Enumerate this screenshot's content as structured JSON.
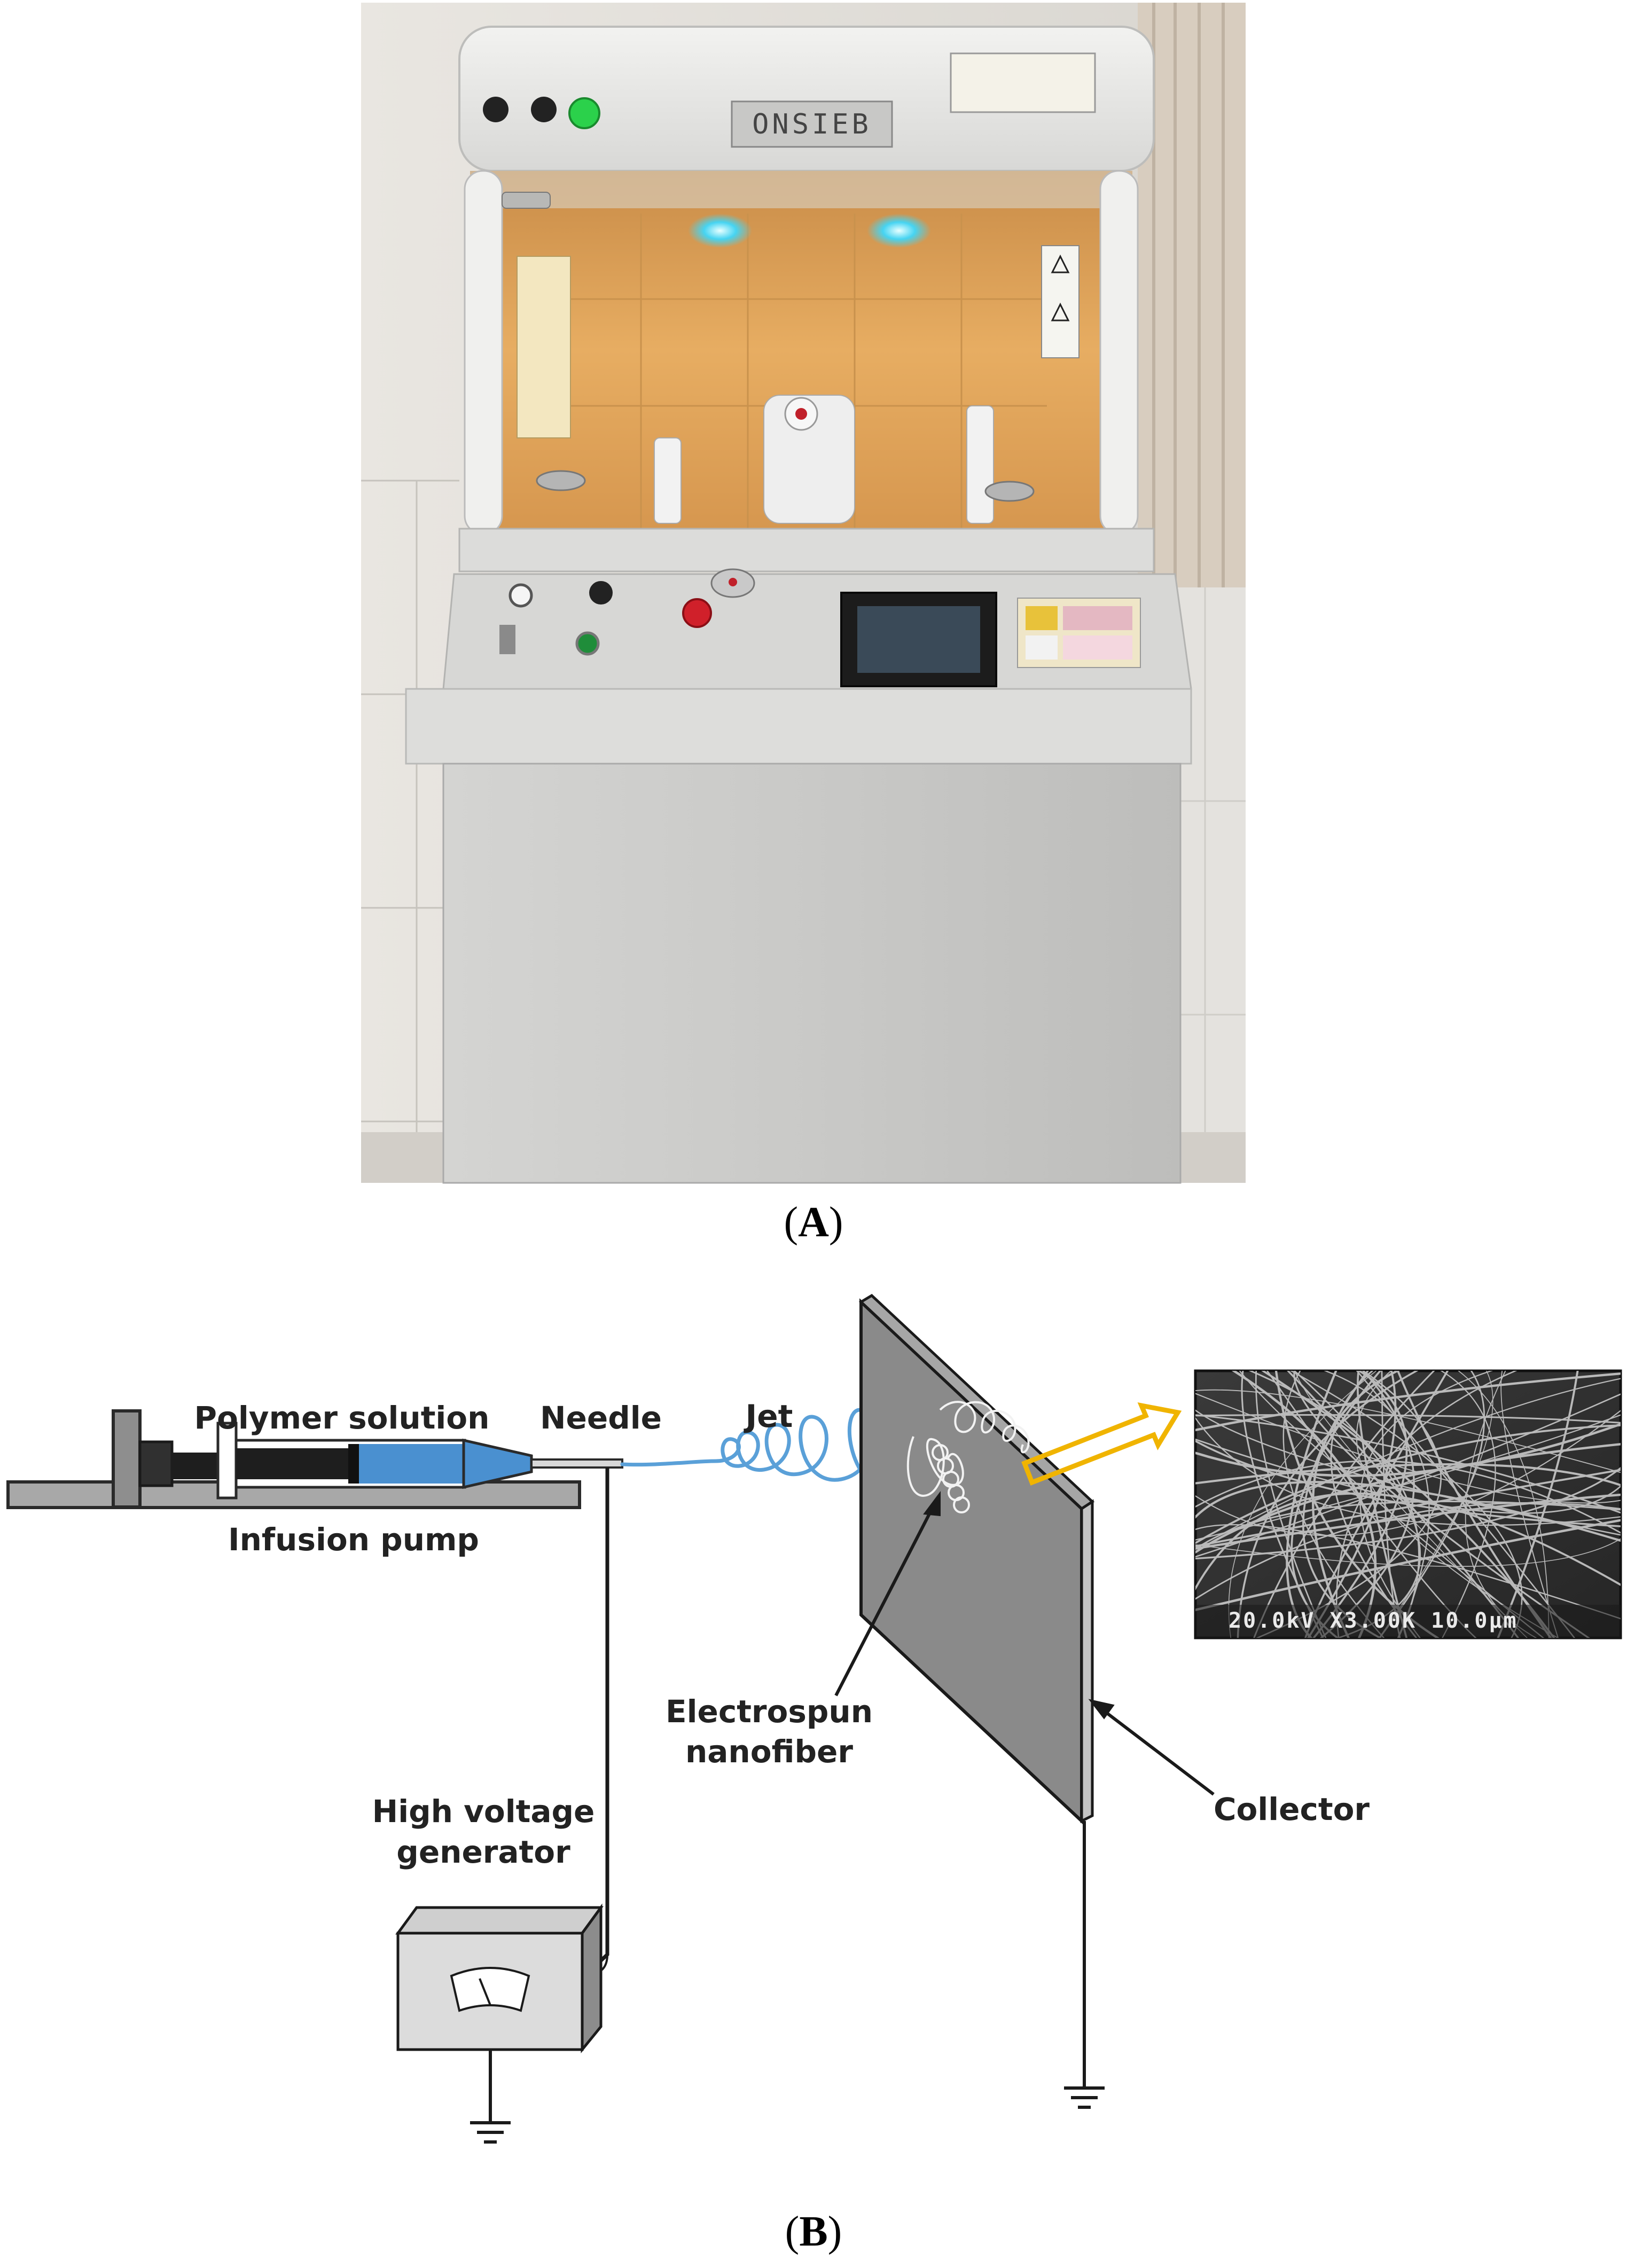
{
  "panels": {
    "a": {
      "label": "A"
    },
    "b": {
      "label": "B"
    }
  },
  "photo": {
    "logo_text": "ONSIEB",
    "panel_color": "#dcdcdc",
    "chamber_color": "#e8a958"
  },
  "schematic": {
    "labels": {
      "polymer_solution": "Polymer solution",
      "needle": "Needle",
      "jet": "Jet",
      "infusion_pump": "Infusion pump",
      "electrospun_nanofiber_line1": "Electrospun",
      "electrospun_nanofiber_line2": "nanofiber",
      "collector": "Collector",
      "high_voltage_line1": "High voltage",
      "high_voltage_line2": "generator"
    },
    "sem_inset": {
      "scale_text": "20.0kV X3.00K 10.0µm"
    },
    "colors": {
      "solution": "#4a90d0",
      "jet": "#5aa0d8",
      "arrow": "#f0b400",
      "collector": "#8a8a8a"
    }
  }
}
